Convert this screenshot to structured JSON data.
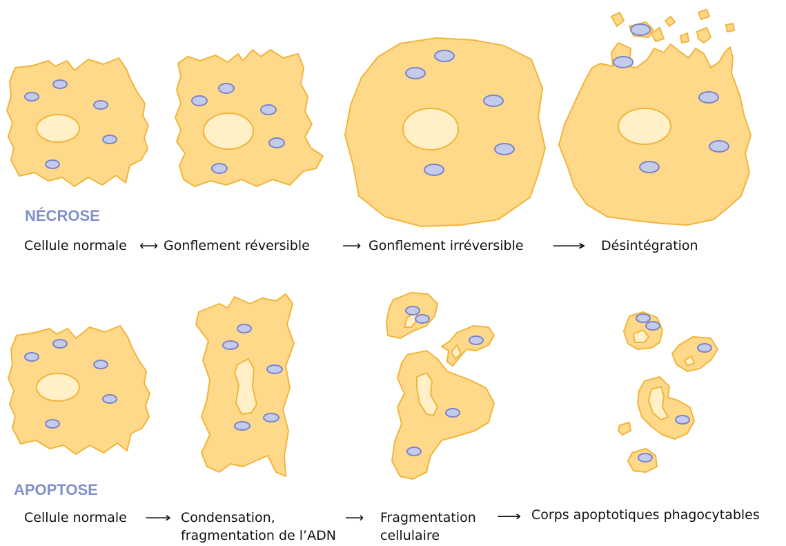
{
  "necrose": {
    "title": "NÉCROSE",
    "labels": [
      "Cellule normale",
      "Gonflement réversible",
      "Gonflement irréversible",
      "Désintégration"
    ],
    "arrows": [
      "⟷",
      "⟶",
      "⟶"
    ]
  },
  "apoptose": {
    "title": "APOPTOSE",
    "labels": [
      "Cellule normale",
      "Condensation,",
      "fragmentation de l’ADN",
      "Fragmentation",
      "cellulaire",
      "Corps apoptotiques phagocytables"
    ],
    "arrows": [
      "⟶",
      "⟶",
      "⟶"
    ]
  },
  "colors": {
    "cytoplasm": "#FFD98A",
    "outline": "#F2B43A",
    "nucleus": "#FFF0C8",
    "organelle": "#C5CBEA",
    "organelle_outline": "#7A84C9",
    "title": "#8290C8"
  }
}
